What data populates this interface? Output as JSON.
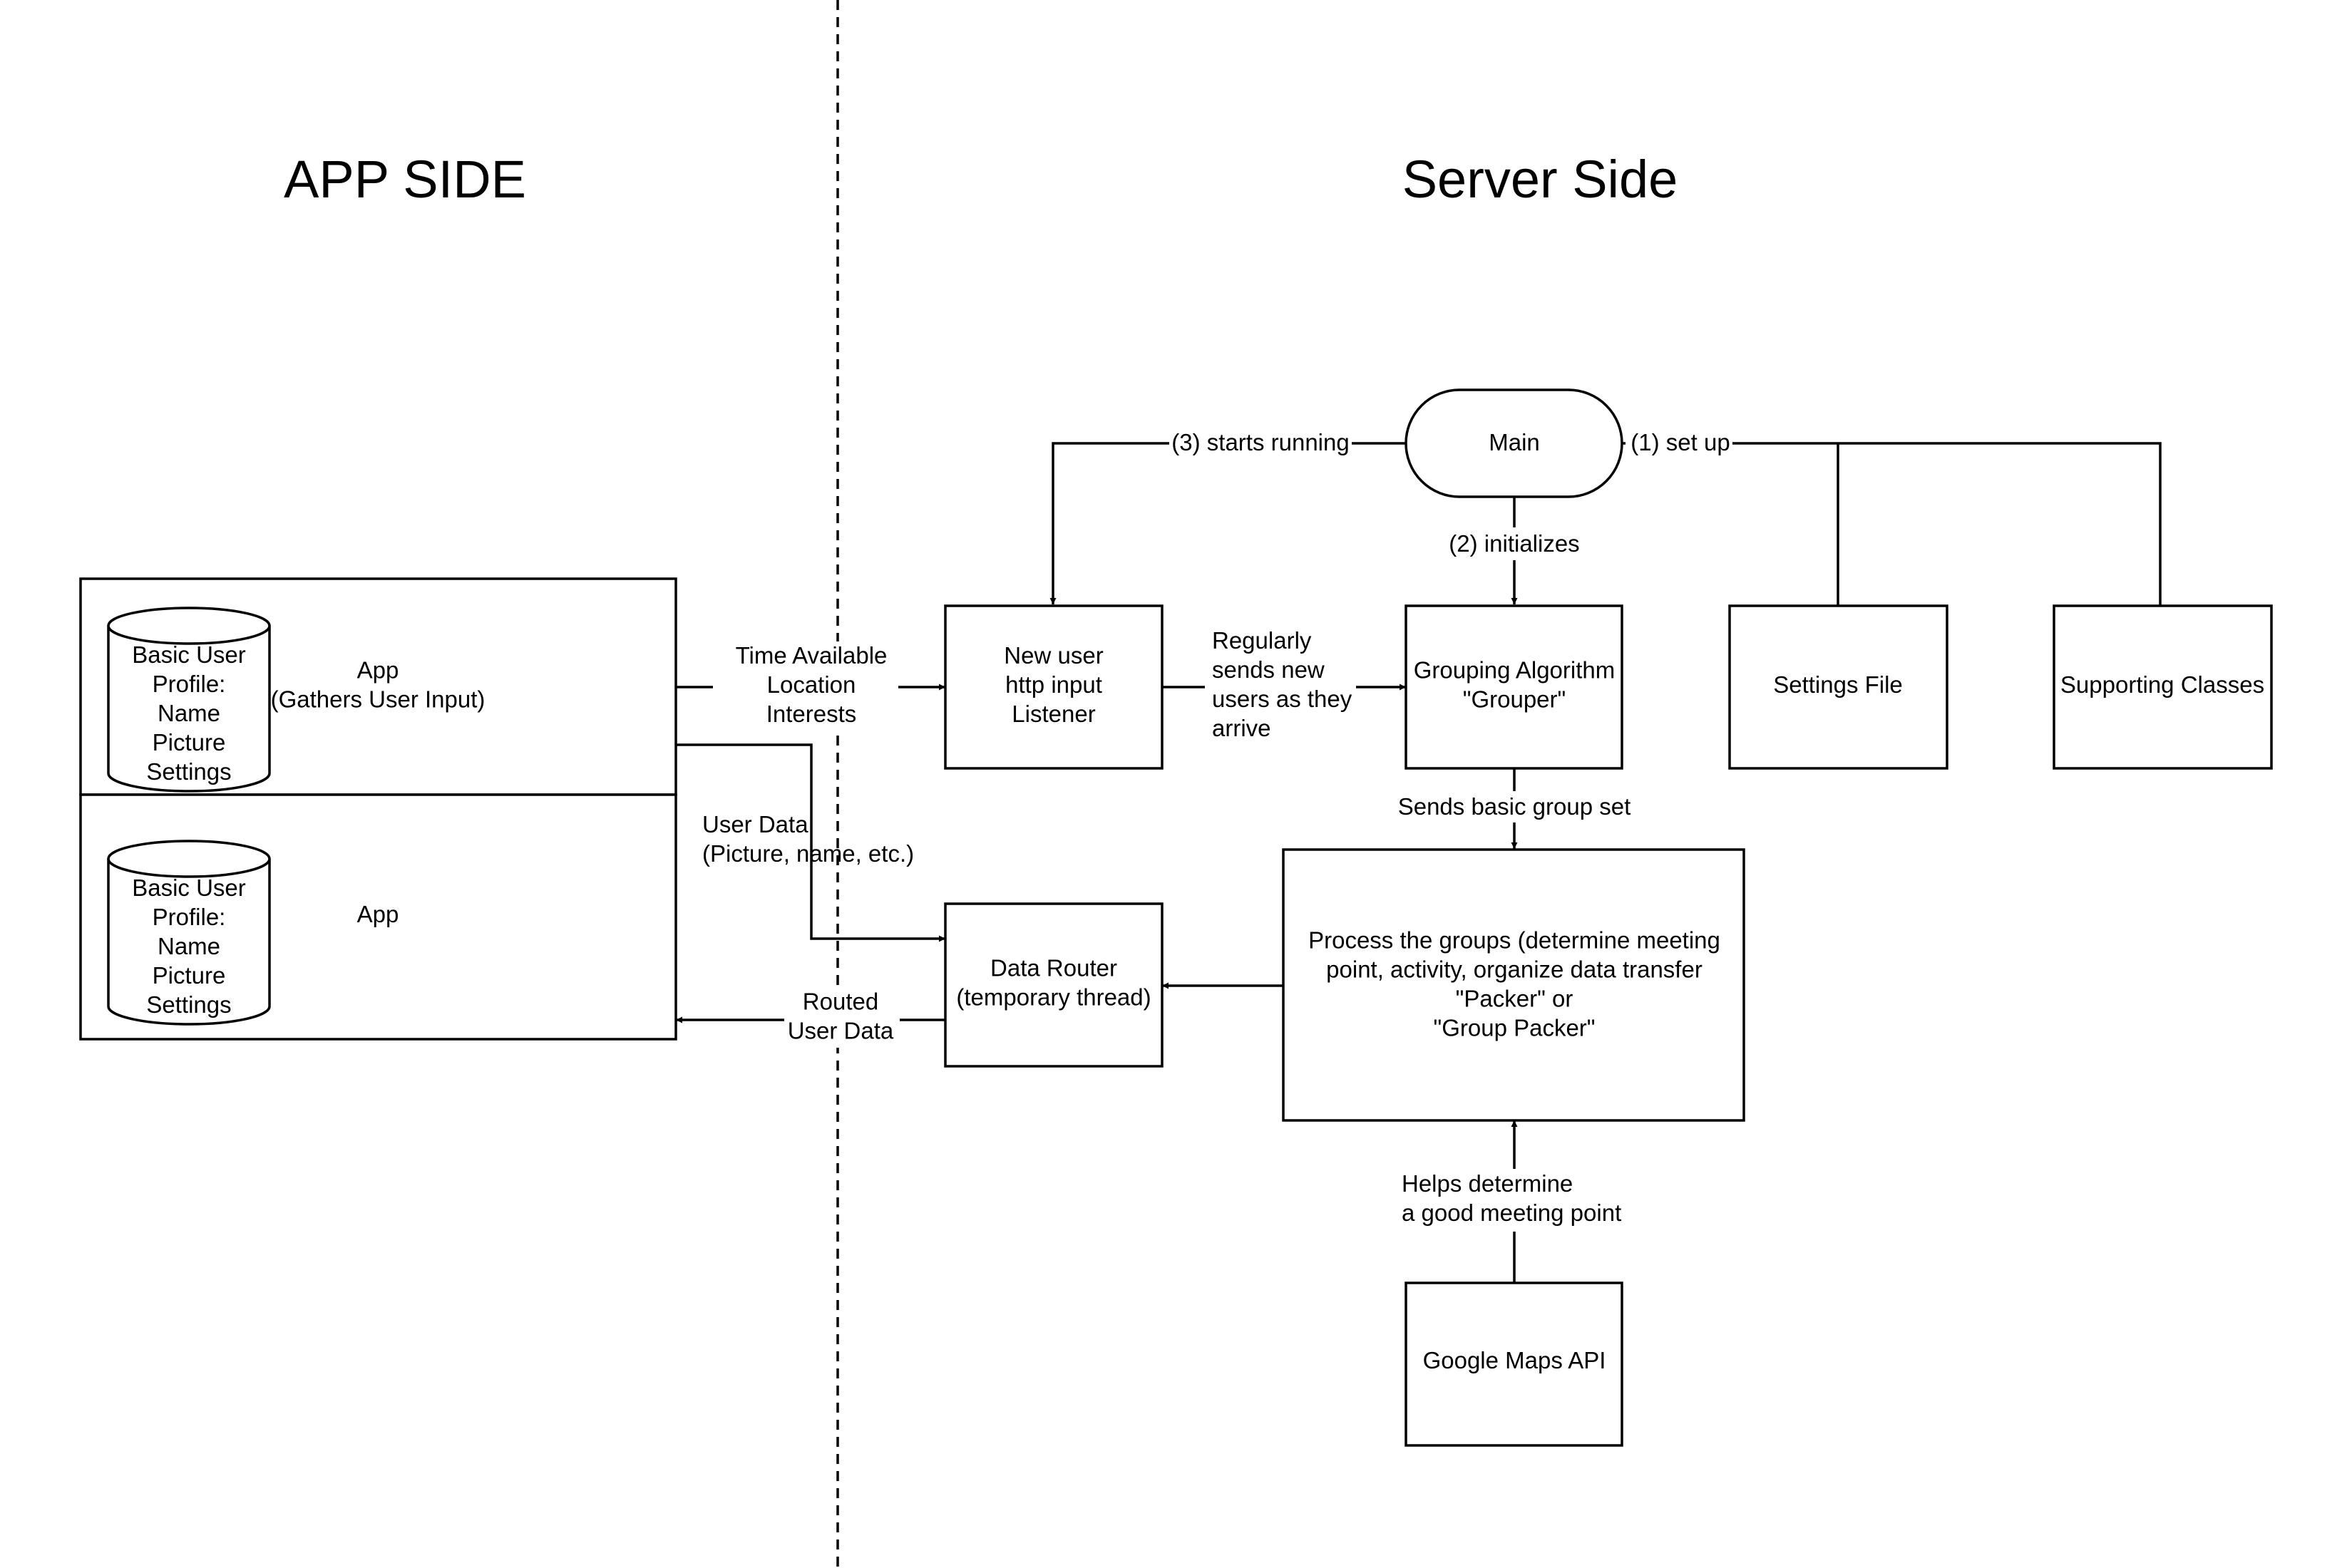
{
  "titles": {
    "app_side": "APP SIDE",
    "server_side": "Server Side"
  },
  "app_top": {
    "db_lines": [
      "Basic User",
      "Profile:",
      "Name",
      "Picture",
      "Settings"
    ],
    "label_lines": [
      "App",
      "(Gathers User Input)"
    ]
  },
  "app_bottom": {
    "db_lines": [
      "Basic User",
      "Profile:",
      "Name",
      "Picture",
      "Settings"
    ],
    "label_lines": [
      "App"
    ]
  },
  "nodes": {
    "main": [
      "Main"
    ],
    "listener": [
      "New user",
      "http input",
      "Listener"
    ],
    "grouper": [
      "Grouping Algorithm",
      "\"Grouper\""
    ],
    "settings": [
      "Settings File"
    ],
    "supporting": [
      "Supporting Classes"
    ],
    "packer": [
      "Process the groups (determine meeting",
      "point, activity, organize data transfer",
      "\"Packer\" or",
      "\"Group Packer\""
    ],
    "router": [
      "Data Router",
      "(temporary thread)"
    ],
    "maps": [
      "Google Maps API"
    ]
  },
  "edges": {
    "starts_running": [
      "(3) starts running"
    ],
    "set_up": [
      "(1) set up"
    ],
    "initializes": [
      "(2) initializes"
    ],
    "input": [
      "Time  Available",
      "Location",
      "Interests"
    ],
    "regularly": [
      "Regularly",
      "sends new",
      "users as they",
      "arrive"
    ],
    "sends_group": [
      "Sends basic group set"
    ],
    "user_data": [
      "User Data",
      "(Picture, name, etc.)"
    ],
    "routed": [
      "Routed",
      "User Data"
    ],
    "helps": [
      "Helps determine",
      "a good meeting point"
    ]
  }
}
